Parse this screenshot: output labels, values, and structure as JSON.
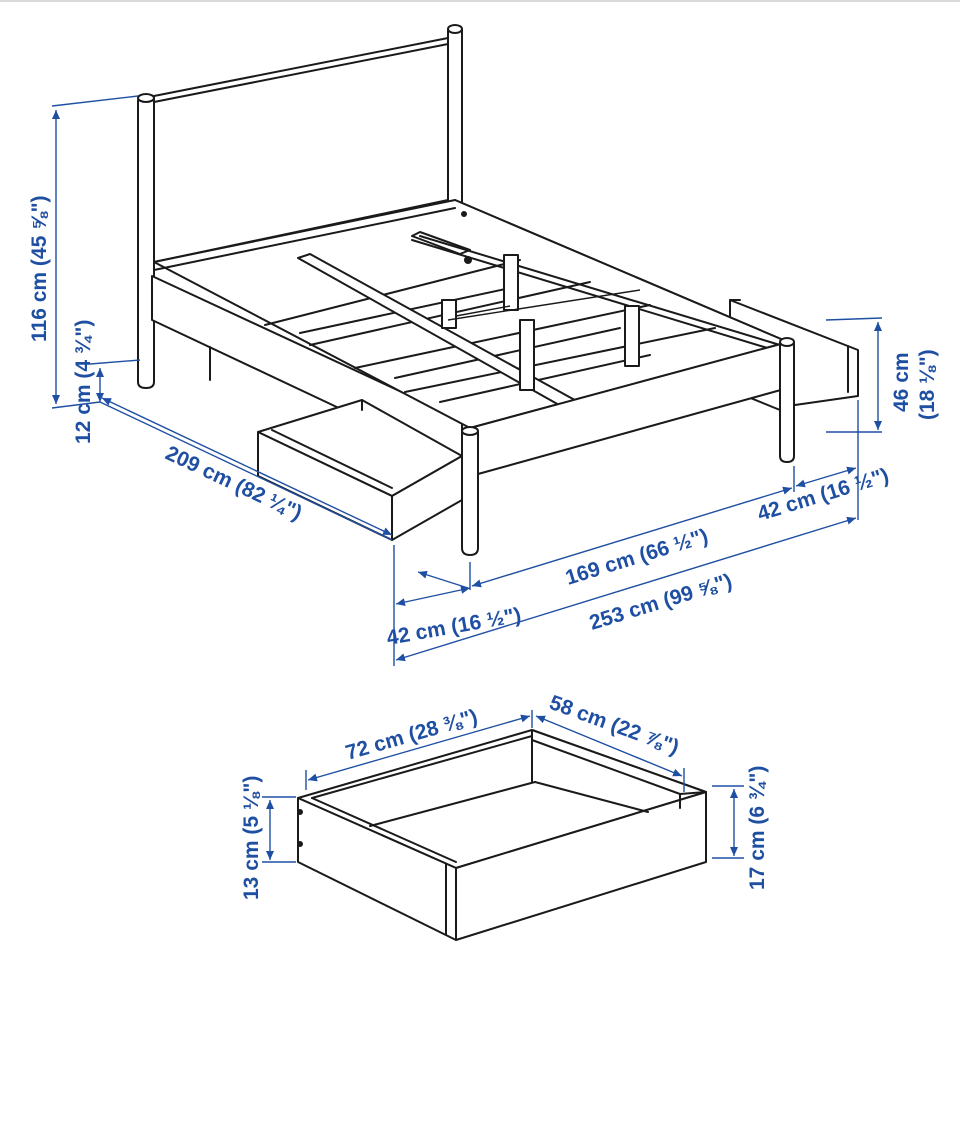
{
  "colors": {
    "dimension": "#1f4fa3",
    "outline": "#1a1a1a",
    "background": "#ffffff"
  },
  "bed": {
    "total_height": "116 cm (45 ⅝\")",
    "clearance": "12 cm (4 ¾\")",
    "length": "209 cm (82 ¼\")",
    "drawer_pull_left": "42 cm (16 ½\")",
    "frame_width": "169 cm (66 ½\")",
    "total_width": "253 cm (99 ⅝\")",
    "drawer_pull_right": "42 cm (16 ½\")",
    "frame_height": "46 cm (18 ⅛\")"
  },
  "drawer": {
    "width": "72 cm (28 ⅜\")",
    "depth": "58 cm (22 ⅞\")",
    "back_height": "13 cm (5 ⅛\")",
    "front_height": "17 cm (6 ¾\")"
  }
}
